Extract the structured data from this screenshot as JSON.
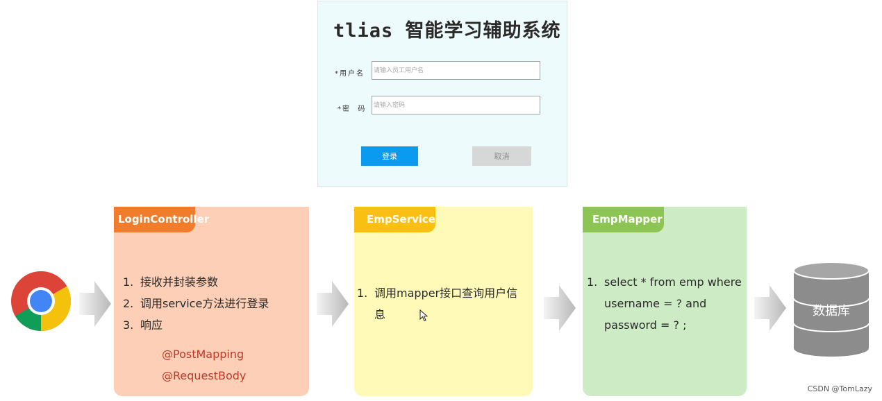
{
  "login": {
    "title": "tlias 智能学习辅助系统",
    "username_label": "用户名",
    "username_placeholder": "请输入员工用户名",
    "password_label": "密  码",
    "password_placeholder": "请输入密码",
    "required_mark": "*",
    "login_button": "登录",
    "cancel_button": "取消"
  },
  "flow": {
    "browser_icon": "chrome-browser-icon",
    "controller": {
      "tag": "LoginController",
      "steps": [
        {
          "num": "1.",
          "text": "接收并封装参数"
        },
        {
          "num": "2.",
          "text": "调用service方法进行登录"
        },
        {
          "num": "3.",
          "text": "响应"
        }
      ],
      "annotations": [
        "@PostMapping",
        "@RequestBody"
      ]
    },
    "service": {
      "tag": "EmpService",
      "steps": [
        {
          "num": "1.",
          "text": "调用mapper接口查询用户信息"
        }
      ]
    },
    "mapper": {
      "tag": "EmpMapper",
      "steps": [
        {
          "num": "1.",
          "text": "select * from emp where username = ? and password = ? ;"
        }
      ]
    },
    "database": {
      "label": "数据库"
    }
  },
  "watermark": "CSDN @TomLazy",
  "colors": {
    "controller_tag": "#ef7d2c",
    "controller_bg": "#fccfb6",
    "service_tag": "#f9bf12",
    "service_bg": "#fffab8",
    "mapper_tag": "#8cc553",
    "mapper_bg": "#cdebc4",
    "login_button": "#0a9bf0",
    "annotation_text": "#c0392b",
    "database": "#8c8c8c"
  }
}
